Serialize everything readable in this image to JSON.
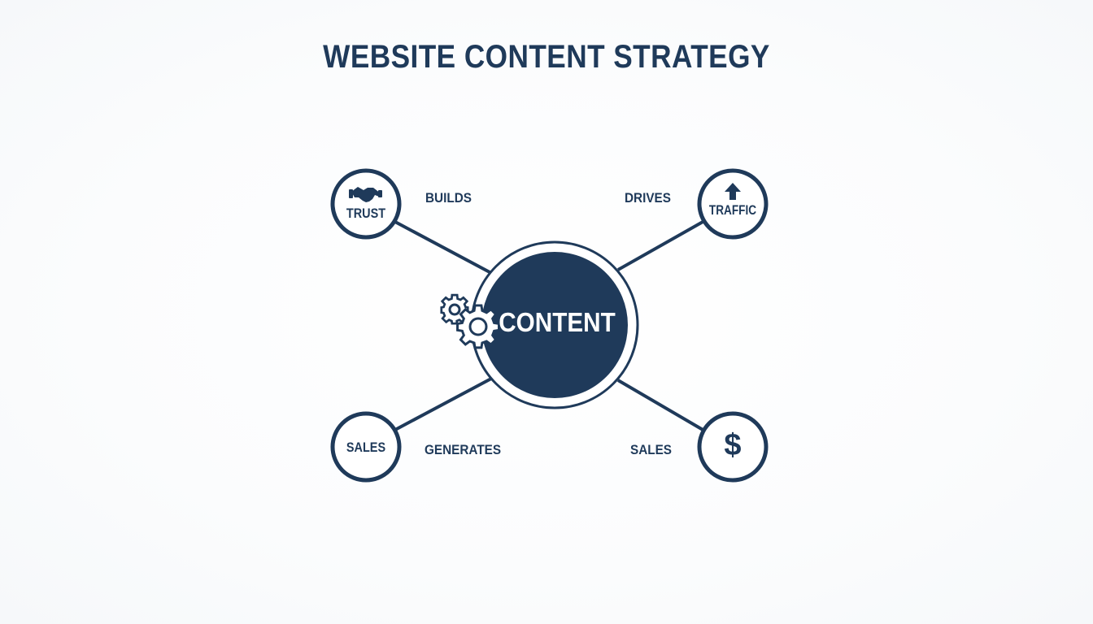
{
  "title": "WEBSITE CONTENT STRATEGY",
  "colors": {
    "primary": "#1f3a5a",
    "background": "#ffffff",
    "center_text": "#ffffff"
  },
  "center": {
    "label": "CONTENT",
    "icon": "gears-icon"
  },
  "nodes": {
    "top_left": {
      "label": "TRUST",
      "icon": "handshake-icon",
      "edge_label": "BUILDS"
    },
    "top_right": {
      "label": "TRAFFIC",
      "icon": "arrow-up-icon",
      "edge_label": "DRIVES"
    },
    "bottom_left": {
      "label": "SALES",
      "edge_label": "GENERATES"
    },
    "bottom_right": {
      "symbol": "$",
      "icon": "dollar-icon",
      "edge_label": "SALES"
    }
  }
}
